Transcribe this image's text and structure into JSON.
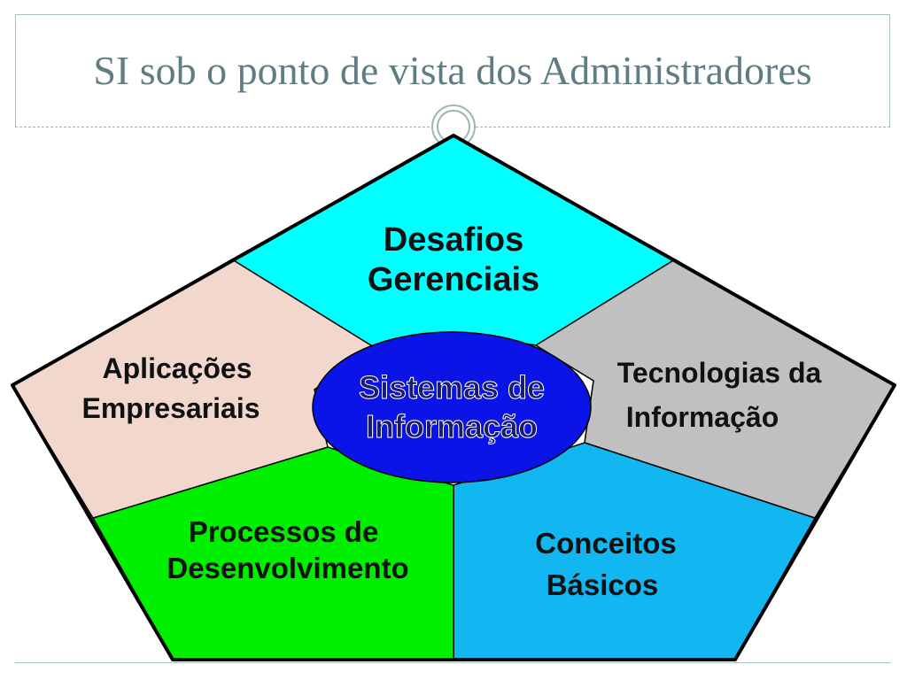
{
  "slide": {
    "title": "SI sob o ponto de vista dos Administradores"
  },
  "diagram": {
    "center": {
      "line1": "Sistemas de",
      "line2": "Informação",
      "fill": "#0a14e6",
      "text_color": "#1a1a6e"
    },
    "segments": [
      {
        "id": "desafios",
        "line1": "Desafios",
        "line2": "Gerenciais",
        "fill": "#00ffff"
      },
      {
        "id": "tecnologias",
        "line1": "Tecnologias da",
        "line2": "Informação",
        "fill": "#c0c0c0"
      },
      {
        "id": "conceitos",
        "line1": "Conceitos",
        "line2": "Básicos",
        "fill": "#12b6f0"
      },
      {
        "id": "processos",
        "line1": "Processos de",
        "line2": "Desenvolvimento",
        "fill": "#00ef00"
      },
      {
        "id": "aplicacoes",
        "line1": "Aplicações",
        "line2": "Empresariais",
        "fill": "#f2d8cc"
      }
    ]
  },
  "colors": {
    "title": "#5f7d82",
    "frame": "#a9c0c2",
    "outline": "#000000"
  }
}
